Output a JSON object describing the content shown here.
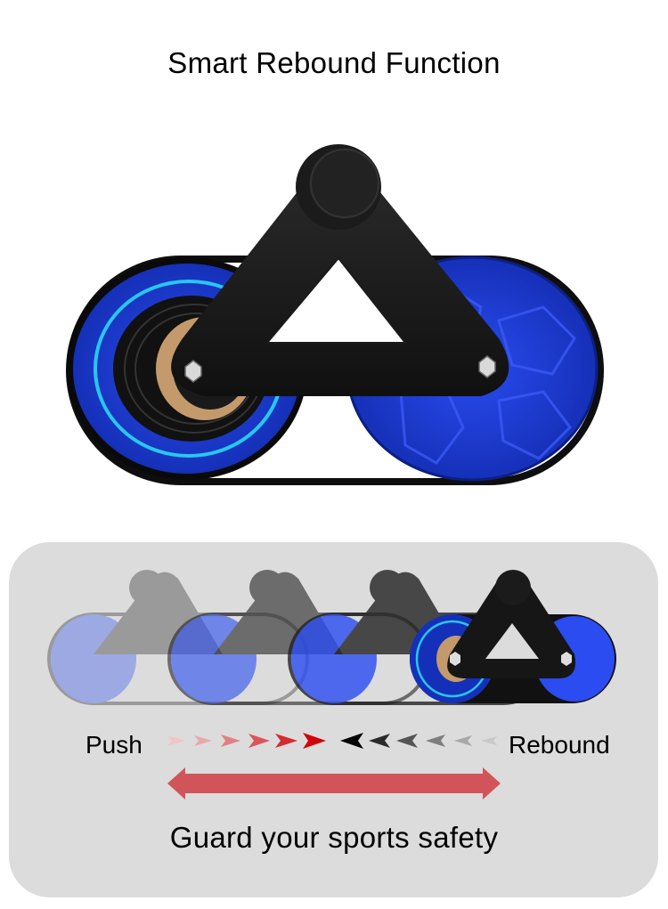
{
  "header": {
    "title": "Smart Rebound Function"
  },
  "hero_image": {
    "subject": "dual-wheel ab roller with rebound spring",
    "colors": {
      "frame": "#151515",
      "wheel": "#1f3fd8",
      "glow": "#27c7ef",
      "spring_core": "#c49a6c"
    }
  },
  "panel": {
    "background": "#dcdcdc",
    "sequence_frames": 4,
    "labels": {
      "push": "Push",
      "rebound": "Rebound"
    },
    "push_arrows": {
      "count": 6,
      "colors": [
        "#f0c4c6",
        "#eaa8ab",
        "#e17f84",
        "#dc545b",
        "#d62a31",
        "#d30008"
      ]
    },
    "rebound_arrows": {
      "count": 6,
      "colors": [
        "#000000",
        "#2a2a2a",
        "#555555",
        "#7e7e7e",
        "#a8a8a8",
        "#c8c8c8"
      ]
    },
    "double_arrow_color": "#d2545b",
    "tagline": "Guard your sports safety"
  }
}
